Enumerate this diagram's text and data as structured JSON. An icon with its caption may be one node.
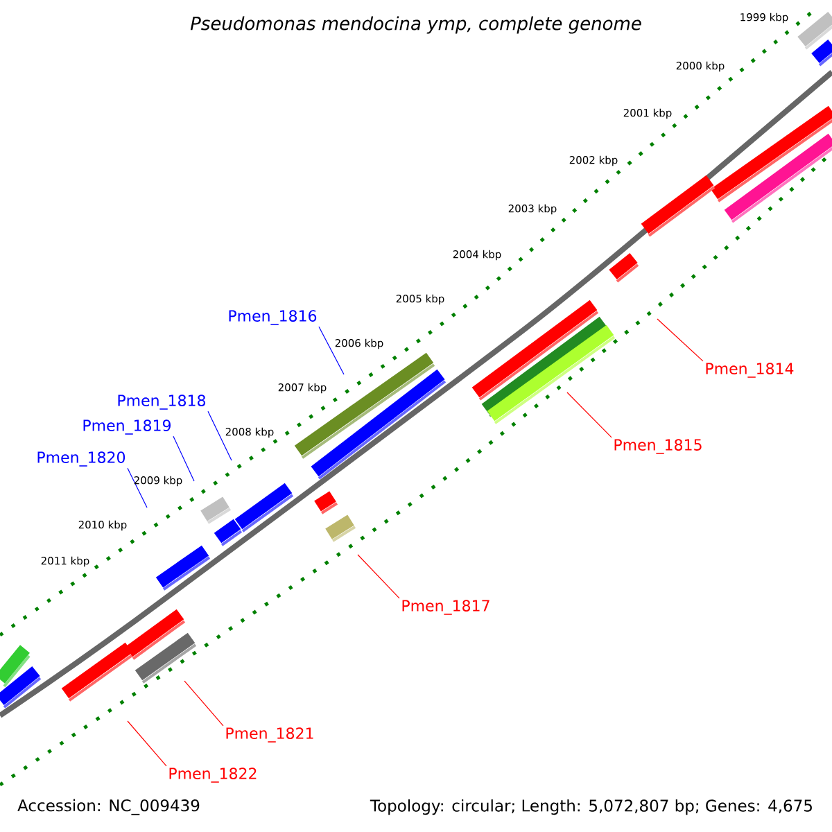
{
  "diagram": {
    "title": "Pseudomonas mendocina ymp, complete genome",
    "nodes": [
      {
        "text": [
          "Pmen_1816"
        ]
      },
      {
        "text": [
          "Pmen_1814"
        ]
      },
      {
        "text": [
          "Pmen_1818"
        ]
      },
      {
        "text": [
          "Pmen_1819"
        ]
      },
      {
        "text": [
          "Pmen_1815"
        ]
      },
      {
        "text": [
          "Pmen_1820"
        ]
      },
      {
        "text": [
          "Pmen_1817"
        ]
      },
      {
        "text": [
          "Pmen_1821"
        ]
      },
      {
        "text": [
          "Pmen_1822"
        ]
      }
    ],
    "edges": [
      {
        "from": 0,
        "to": null,
        "arrow": "none",
        "color": "#0000ff"
      },
      {
        "from": 1,
        "to": null,
        "arrow": "none"
      },
      {
        "from": 2,
        "to": null,
        "arrow": "none",
        "color": "#0000ff"
      },
      {
        "from": 3,
        "to": null,
        "arrow": "none",
        "color": "#0000ff"
      },
      {
        "from": 4,
        "to": null,
        "arrow": "none"
      },
      {
        "from": 5,
        "to": null,
        "arrow": "none",
        "color": "#0000ff"
      },
      {
        "from": 6,
        "to": null,
        "arrow": "none"
      },
      {
        "from": 7,
        "to": null,
        "arrow": "none"
      },
      {
        "from": 8,
        "to": null,
        "arrow": "none"
      }
    ],
    "labels": [
      "1999 kbp",
      "2000 kbp",
      "2001 kbp",
      "2002 kbp",
      "2003 kbp",
      "2004 kbp",
      "2005 kbp",
      "2006 kbp",
      "2007 kbp",
      "2008 kbp",
      "2009 kbp",
      "2010 kbp",
      "2011 kbp",
      "Accession: NC_009439",
      "Topology: circular; Length: 5,072,807 bp; Genes: 4,675"
    ]
  }
}
